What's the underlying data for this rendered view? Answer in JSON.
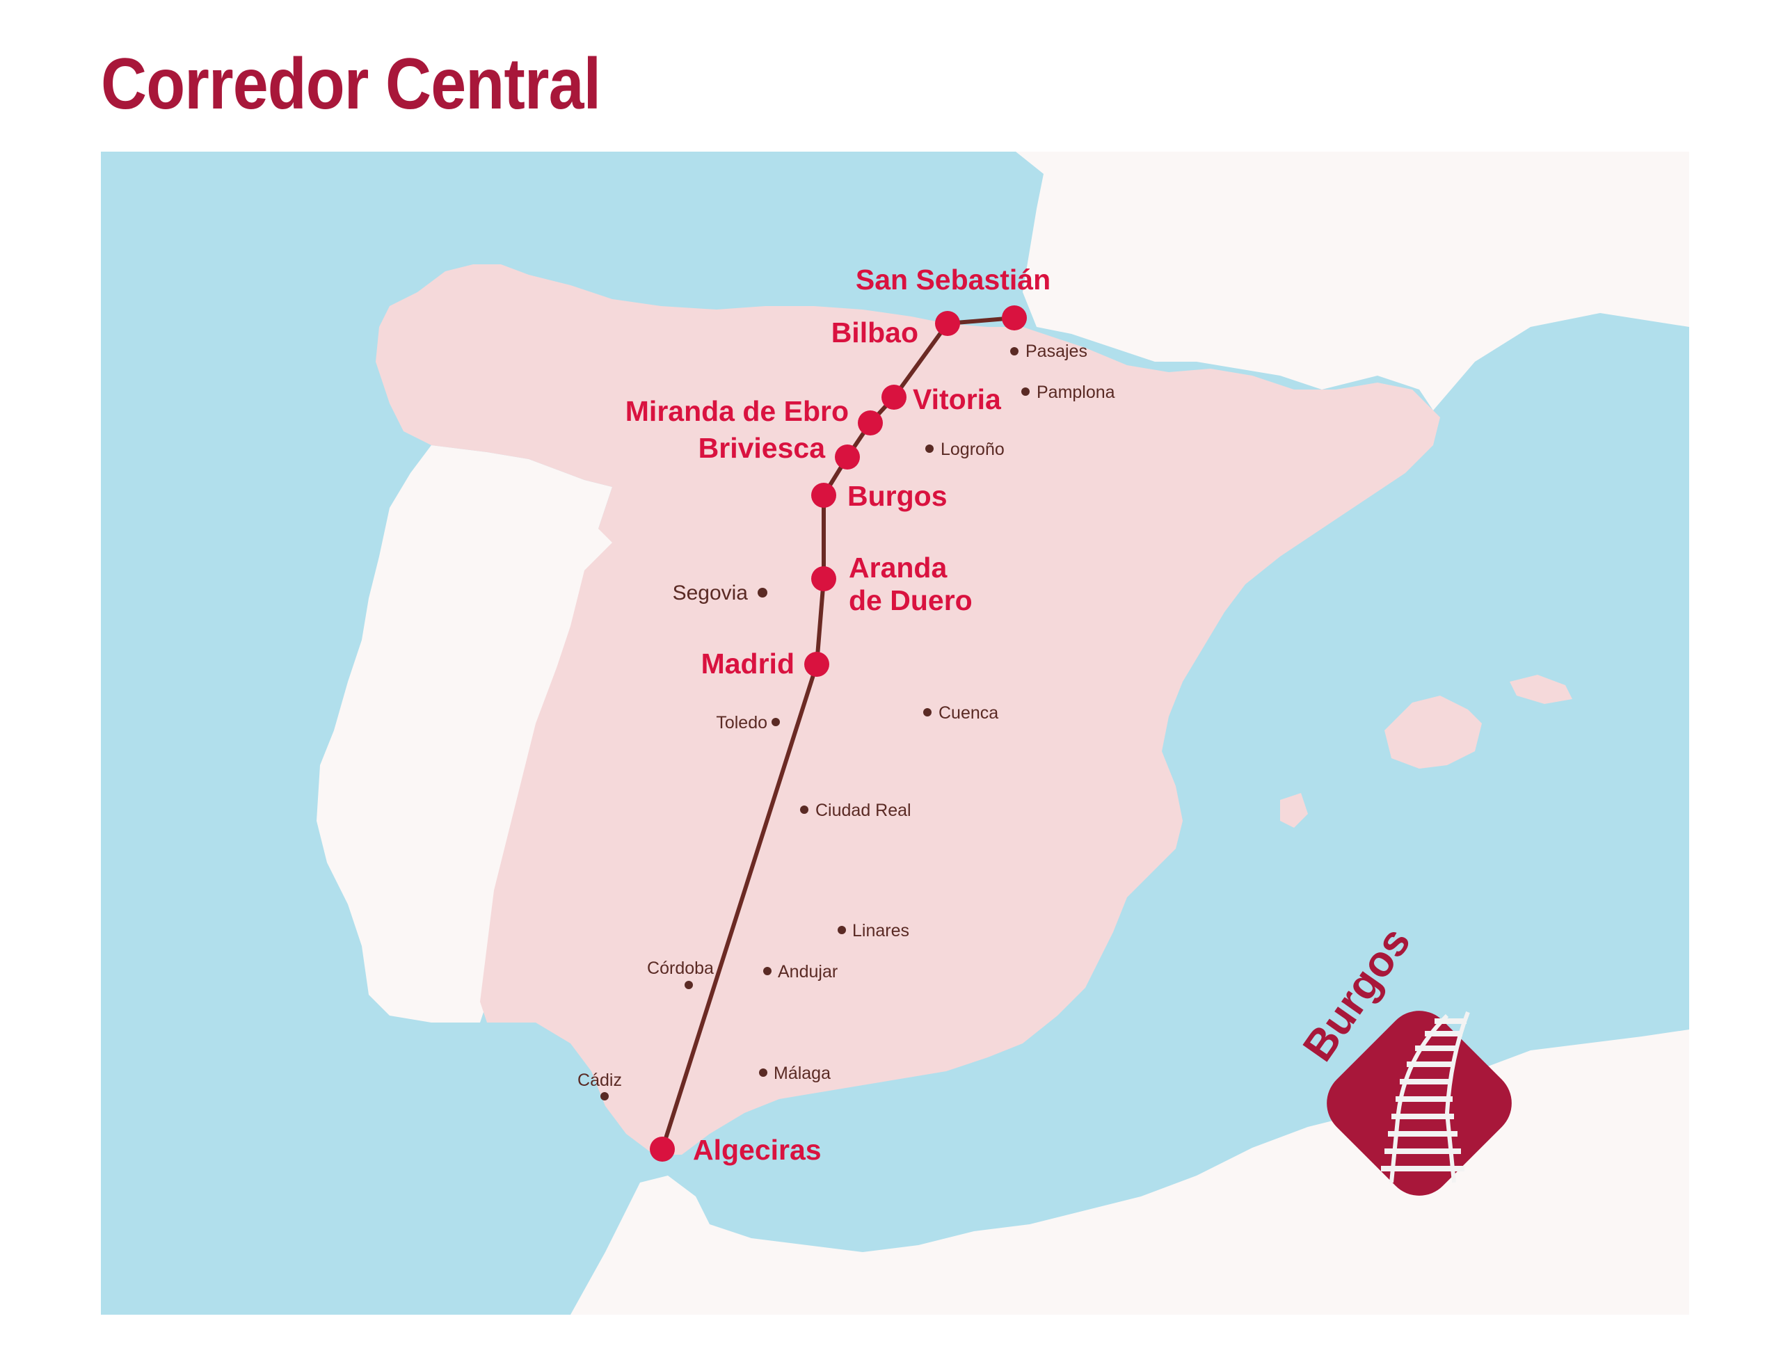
{
  "title": "Corredor Central",
  "colors": {
    "sea": "#b1dfec",
    "land_spain": "#f5d9da",
    "land_other": "#fbf7f6",
    "route": "#6b2a24",
    "station": "#d9123f",
    "label_major": "#d9123f",
    "label_minor": "#5a2a24",
    "brand": "#a8173a"
  },
  "route_stations": [
    {
      "id": "algeciras",
      "name": "Algeciras"
    },
    {
      "id": "madrid",
      "name": "Madrid"
    },
    {
      "id": "aranda",
      "name": "Aranda de Duero",
      "lines": [
        "Aranda",
        "de Duero"
      ]
    },
    {
      "id": "burgos",
      "name": "Burgos"
    },
    {
      "id": "briviesca",
      "name": "Briviesca"
    },
    {
      "id": "miranda",
      "name": "Miranda de Ebro"
    },
    {
      "id": "vitoria",
      "name": "Vitoria"
    },
    {
      "id": "bilbao",
      "name": "Bilbao"
    },
    {
      "id": "san-sebastian",
      "name": "San Sebastián"
    }
  ],
  "other_cities": [
    {
      "id": "pasajes",
      "name": "Pasajes"
    },
    {
      "id": "pamplona",
      "name": "Pamplona"
    },
    {
      "id": "logrono",
      "name": "Logroño"
    },
    {
      "id": "segovia",
      "name": "Segovia"
    },
    {
      "id": "toledo",
      "name": "Toledo"
    },
    {
      "id": "cuenca",
      "name": "Cuenca"
    },
    {
      "id": "ciudad-real",
      "name": "Ciudad Real"
    },
    {
      "id": "linares",
      "name": "Linares"
    },
    {
      "id": "cordoba",
      "name": "Córdoba"
    },
    {
      "id": "andujar",
      "name": "Andujar"
    },
    {
      "id": "cadiz",
      "name": "Cádiz"
    },
    {
      "id": "malaga",
      "name": "Málaga"
    }
  ],
  "logo": {
    "text": "Burgos",
    "icon": "railway-track-icon"
  }
}
